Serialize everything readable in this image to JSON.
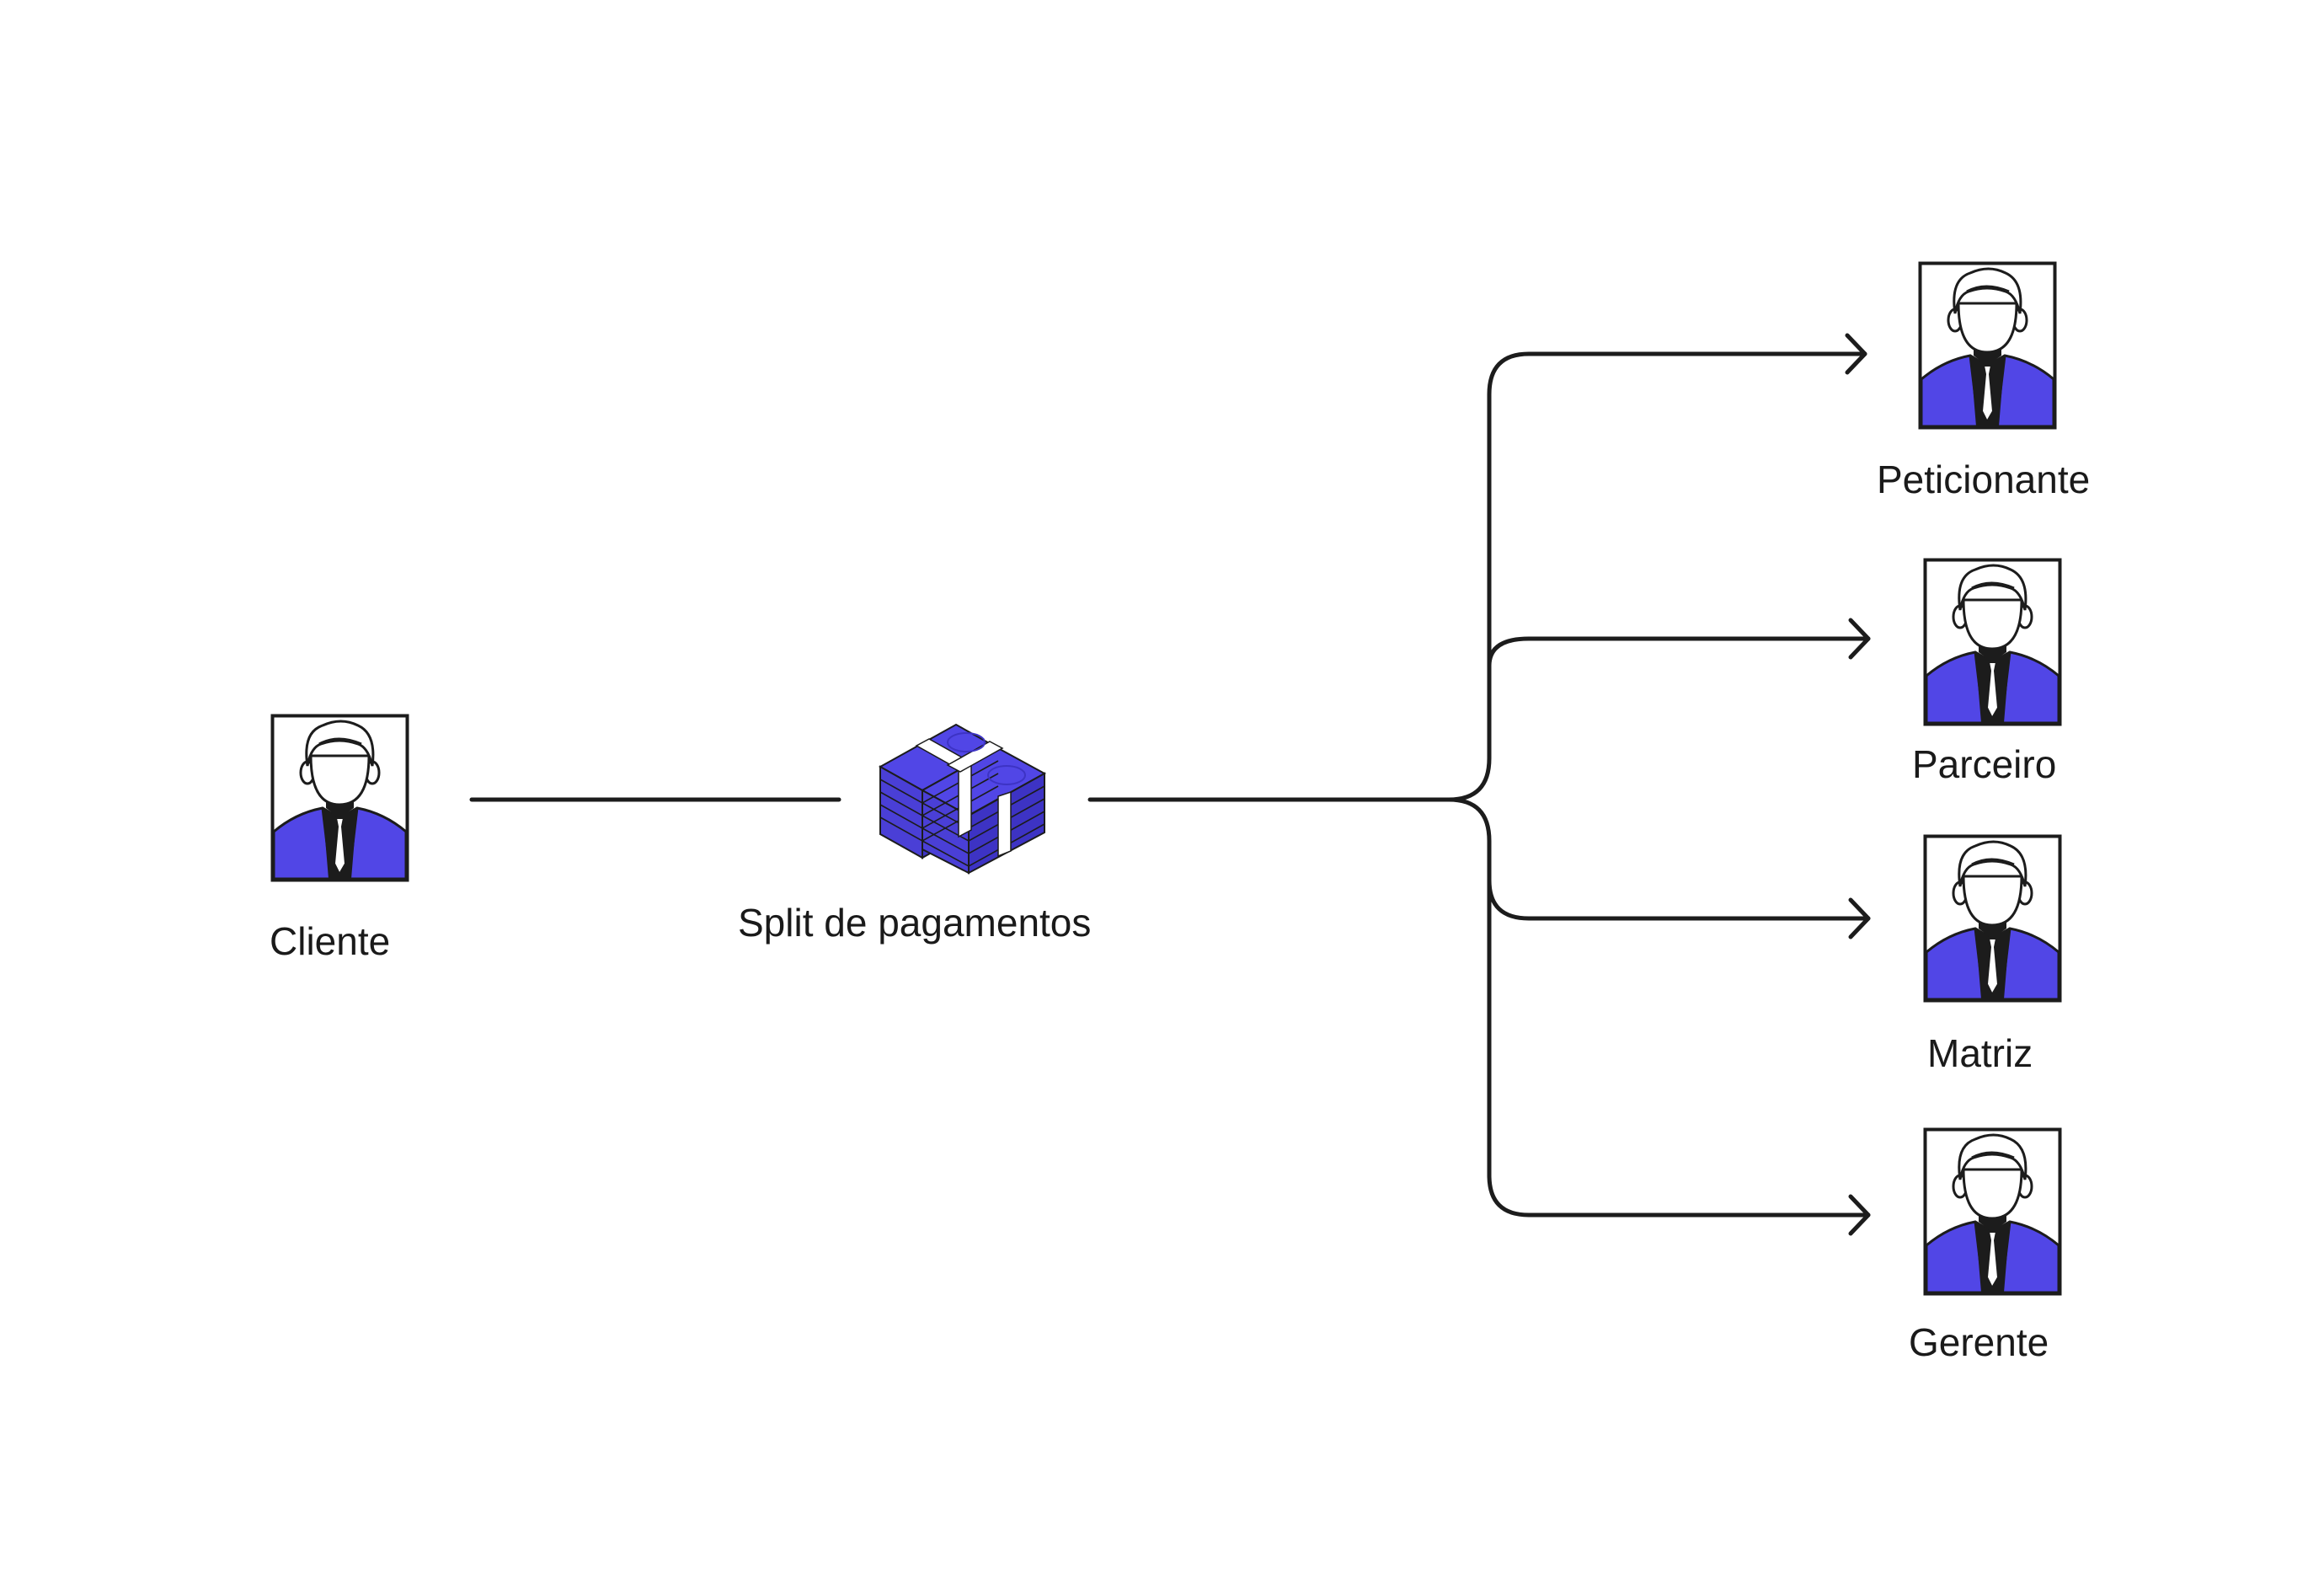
{
  "colors": {
    "accent": "#5146e6",
    "ink": "#1c1c1c",
    "background": "#ffffff"
  },
  "source": {
    "label": "Cliente",
    "icon": "person-portrait-icon"
  },
  "hub": {
    "label": "Split de pagamentos",
    "icon": "money-stack-icon"
  },
  "recipients": [
    {
      "label": "Peticionante",
      "icon": "person-portrait-icon"
    },
    {
      "label": "Parceiro",
      "icon": "person-portrait-icon"
    },
    {
      "label": "Matriz",
      "icon": "person-portrait-icon"
    },
    {
      "label": "Gerente",
      "icon": "person-portrait-icon"
    }
  ]
}
